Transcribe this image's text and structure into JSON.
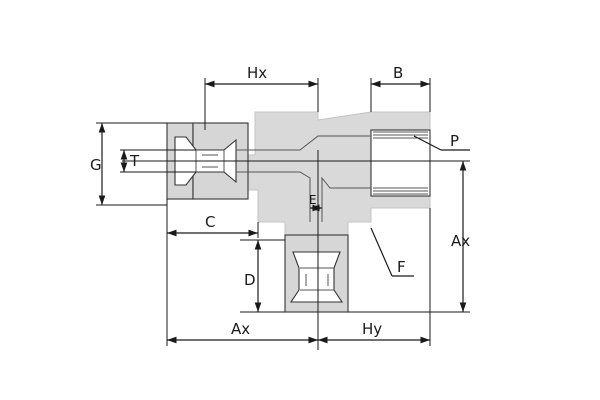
{
  "labels": {
    "hx": "Hx",
    "b": "B",
    "p": "P",
    "g": "G",
    "t": "T",
    "e": "E",
    "c": "C",
    "ax_right": "Ax",
    "f": "F",
    "d": "D",
    "ax_bottom": "Ax",
    "hy": "Hy"
  },
  "colors": {
    "body_fill": "#d9d9d9",
    "line": "#1a1a1a"
  }
}
